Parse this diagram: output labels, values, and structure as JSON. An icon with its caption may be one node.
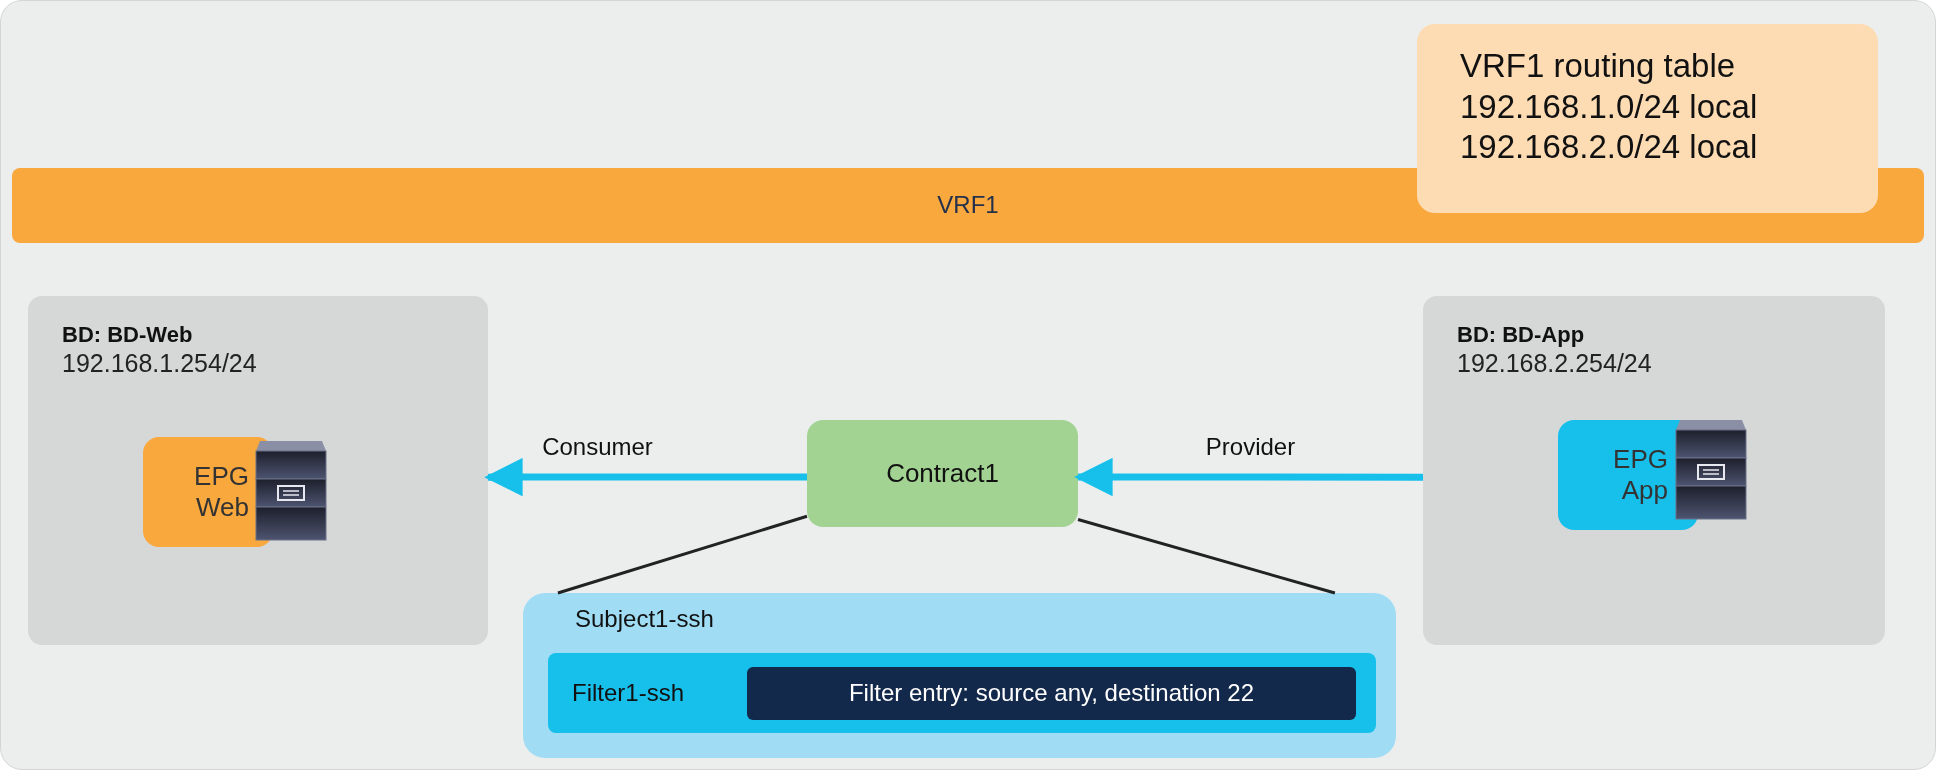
{
  "diagram": {
    "nodes": [
      {
        "text": [
          "VRF1"
        ]
      },
      {
        "text": [
          "VRF1 routing table 192.168.1.0/24 local 192.168.2.0/24 local"
        ]
      },
      {
        "text": [
          "BD: BD-Web",
          "192.168.1.254/24"
        ]
      },
      {
        "text": [
          "EPG Web"
        ],
        "in": 2
      },
      {
        "text": [
          "Contract1"
        ]
      },
      {
        "text": [
          "BD: BD-App",
          "192.168.2.254/24"
        ]
      },
      {
        "text": [
          "EPG App"
        ],
        "in": 5
      },
      {
        "text": [
          "Subject1-ssh"
        ]
      },
      {
        "text": [
          "Filter1-ssh"
        ],
        "in": 7
      },
      {
        "text": [
          "Filter entry: source any, destination 22"
        ],
        "in": 8
      }
    ],
    "edges": [
      {
        "from": 4,
        "to": 2,
        "arrow": "to",
        "label": "Consumer",
        "style": "thick",
        "color": "#17bfeb"
      },
      {
        "from": 5,
        "to": 4,
        "arrow": "to",
        "label": "Provider",
        "style": "thick",
        "color": "#17bfeb"
      },
      {
        "from": 4,
        "to": 7,
        "arrow": "none",
        "color": "#222222"
      },
      {
        "from": 4,
        "to": 7,
        "arrow": "none",
        "color": "#222222"
      }
    ]
  }
}
